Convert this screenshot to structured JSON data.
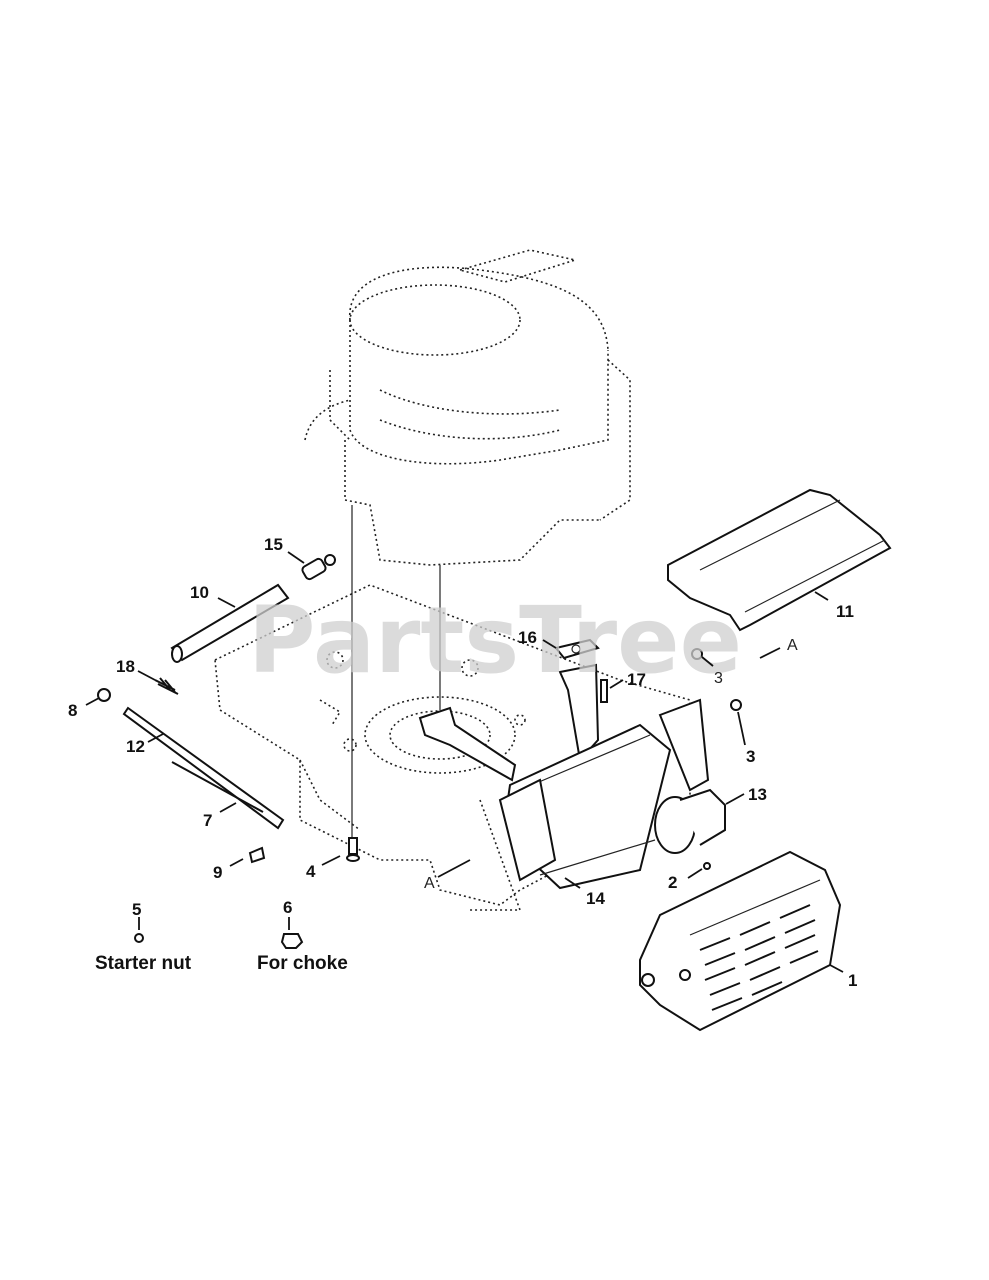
{
  "watermark": "PartsTree",
  "callouts": {
    "c1": "1",
    "c2": "2",
    "c3a": "3",
    "c3b": "3",
    "c4": "4",
    "c5": "5",
    "c6": "6",
    "c7": "7",
    "c8": "8",
    "c9": "9",
    "c10": "10",
    "c11": "11",
    "c12": "12",
    "c13": "13",
    "c14": "14",
    "c15": "15",
    "c16": "16",
    "c17": "17",
    "c18": "18",
    "refA1": "A",
    "refA2": "A"
  },
  "captions": {
    "starter_nut": "Starter nut",
    "for_choke": "For choke"
  }
}
